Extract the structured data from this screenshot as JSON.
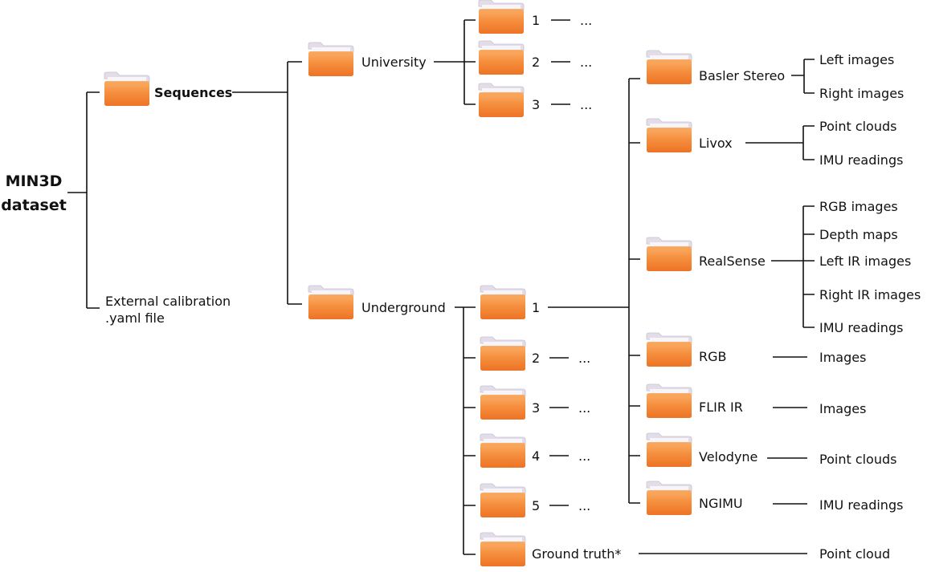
{
  "root": {
    "line1": "MIN3D",
    "line2": "dataset"
  },
  "sequences": {
    "label": "Sequences"
  },
  "calibration": {
    "line1": "External calibration",
    "line2": ".yaml file"
  },
  "university": {
    "label": "University",
    "subs": [
      "1",
      "2",
      "3"
    ],
    "ellipsis": "..."
  },
  "underground": {
    "label": "Underground",
    "subs": [
      "1",
      "2",
      "3",
      "4",
      "5"
    ],
    "ellipsis": "...",
    "ground_truth": "Ground truth*",
    "ground_truth_leaf": "Point cloud"
  },
  "sensors": [
    {
      "name": "Basler Stereo",
      "leaves": [
        "Left images",
        "Right images"
      ]
    },
    {
      "name": "Livox",
      "leaves": [
        "Point clouds",
        "IMU readings"
      ]
    },
    {
      "name": "RealSense",
      "leaves": [
        "RGB images",
        "Depth maps",
        "Left IR images",
        "Right IR images",
        "IMU readings"
      ]
    },
    {
      "name": "RGB",
      "leaves": [
        "Images"
      ]
    },
    {
      "name": "FLIR IR",
      "leaves": [
        "Images"
      ]
    },
    {
      "name": "Velodyne",
      "leaves": [
        "Point clouds"
      ]
    },
    {
      "name": "NGIMU",
      "leaves": [
        "IMU readings"
      ]
    }
  ],
  "colors": {
    "folder_front": "#f07a2e",
    "folder_front_light": "#f8a45a",
    "folder_back": "#e2dde8",
    "line": "#111111"
  }
}
